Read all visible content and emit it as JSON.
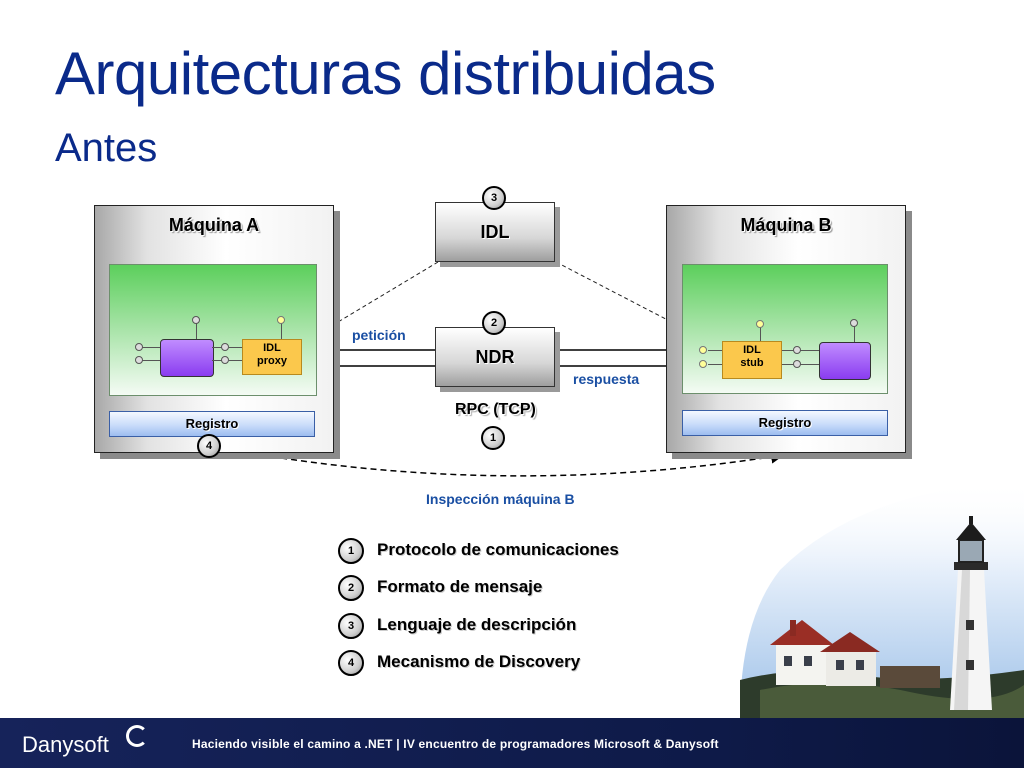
{
  "title": "Arquitecturas distribuidas",
  "subtitle": "Antes",
  "machine_a": {
    "label": "Máquina A",
    "idl_line1": "IDL",
    "idl_line2": "proxy",
    "registro": "Registro"
  },
  "machine_b": {
    "label": "Máquina B",
    "idl_line1": "IDL",
    "idl_line2": "stub",
    "registro": "Registro"
  },
  "boxes": {
    "idl": "IDL",
    "ndr": "NDR",
    "rpc": "RPC (TCP)"
  },
  "badges": {
    "idl": "3",
    "ndr": "2",
    "rpc": "1",
    "registro": "4"
  },
  "labels": {
    "peticion": "petición",
    "respuesta": "respuesta",
    "inspeccion": "Inspección máquina B"
  },
  "legend": [
    {
      "num": "1",
      "text": "Protocolo de comunicaciones"
    },
    {
      "num": "2",
      "text": "Formato de mensaje"
    },
    {
      "num": "3",
      "text": "Lenguaje de descripción"
    },
    {
      "num": "4",
      "text": "Mecanismo de Discovery"
    }
  ],
  "footer": {
    "brand": "Danysoft",
    "tagline": "Haciendo visible el camino a .NET | IV encuentro de programadores Microsoft & Danysoft"
  },
  "colors": {
    "title": "#0a2a8a",
    "accent_label": "#1a4fa3",
    "footer": "#16235a",
    "idl_box": "#fbc84c",
    "component": "#8a3cf0"
  }
}
